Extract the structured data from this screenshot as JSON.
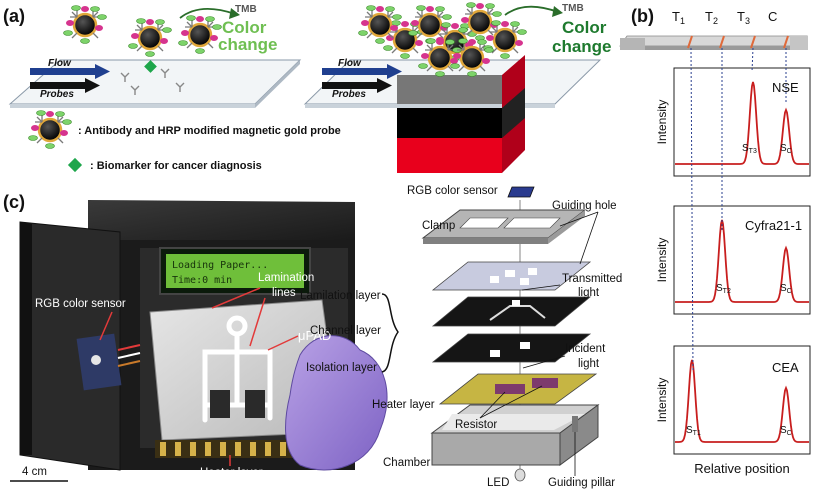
{
  "panels": {
    "a": "(a)",
    "b": "(b)",
    "c": "(c)"
  },
  "panel_a": {
    "tmb": "TMB",
    "color_change_1": "Color",
    "color_change_2": "change",
    "flow": "Flow",
    "probes": "Probes",
    "legend_probe": ": Antibody and HRP modified magnetic gold probe",
    "legend_biomarker": ": Biomarker for cancer diagnosis"
  },
  "panel_b": {
    "strip_labels": [
      "T",
      "T",
      "T",
      "C"
    ],
    "strip_subs": [
      "1",
      "2",
      "3",
      ""
    ],
    "xlabel": "Relative position",
    "ylabel": "Intensity",
    "plots": [
      {
        "marker": "NSE",
        "peak_label": "S",
        "peak_sub": "T3",
        "ctrl_label": "S",
        "ctrl_sub": "C"
      },
      {
        "marker": "Cyfra21-1",
        "peak_label": "S",
        "peak_sub": "T2",
        "ctrl_label": "S",
        "ctrl_sub": "C"
      },
      {
        "marker": "CEA",
        "peak_label": "S",
        "peak_sub": "T1",
        "ctrl_label": "S",
        "ctrl_sub": "C"
      }
    ]
  },
  "panel_c_photo": {
    "lcd_line1": "Loading Paper...",
    "lcd_line2": "Time:0 min",
    "rgb_sensor": "RGB color sensor",
    "lamination_1": "Lamination",
    "lamination_2": "lines",
    "upad": "μPAD",
    "heater": "Heater layer",
    "scale": "4 cm"
  },
  "panel_c_exploded": {
    "rgb_sensor": "RGB color sensor",
    "guiding_hole": "Guiding hole",
    "clamp": "Clamp",
    "transmitted_1": "Transmitted",
    "transmitted_2": "light",
    "lamilation": "Lamilation layer",
    "channel": "Channel layer",
    "isolation": "Isolation layer",
    "incident_1": "Incident",
    "incident_2": "light",
    "heater": "Heater layer",
    "resistor": "Resistor",
    "chamber": "Chamber",
    "led": "LED",
    "guiding_pillar": "Guiding pillar"
  }
}
